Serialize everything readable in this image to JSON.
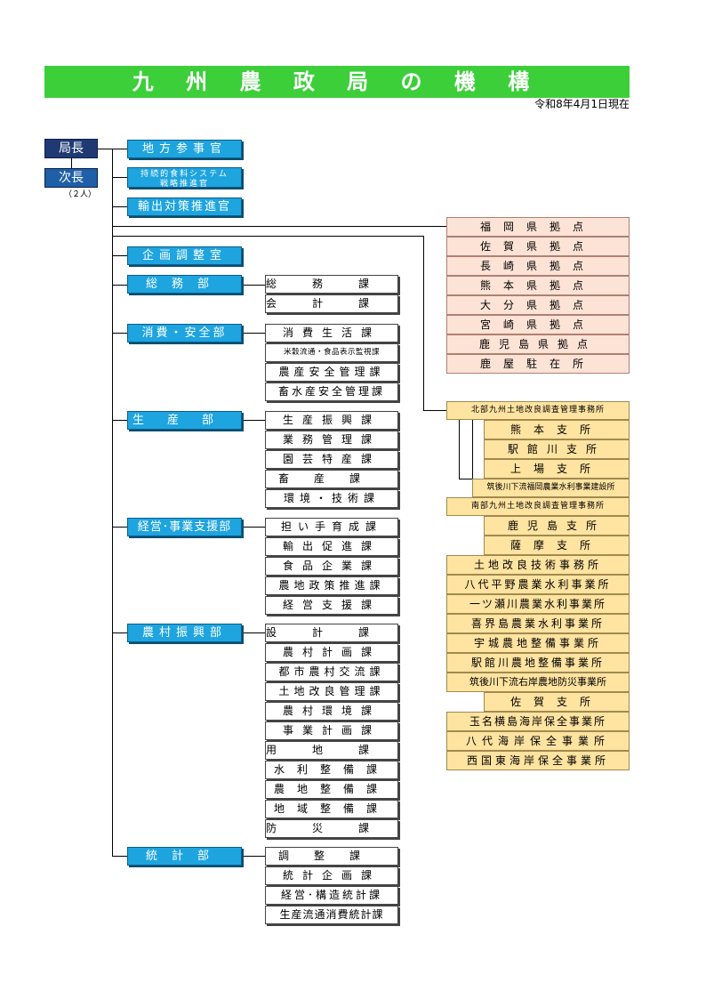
{
  "title": "九 州 農 政 局 の 機 構",
  "date": "令和8年4月1日現在",
  "executives": {
    "director": "局長",
    "deputy": "次長",
    "deputy_note": "（２人）"
  },
  "staff_posts": {
    "regional_counselor": "地方参事官",
    "food_system_line1": "持続的食料システム",
    "food_system_line2": "戦略推進官",
    "export_officer": "輸出対策推進官"
  },
  "departments": [
    {
      "name": "企画調整室",
      "sections": []
    },
    {
      "name": "総務部",
      "sections": [
        "総務課",
        "会計課"
      ]
    },
    {
      "name": "消費・安全部",
      "sections": [
        "消費生活課",
        "米穀流通・食品表示監視課",
        "農産安全管理課",
        "畜水産安全管理課"
      ]
    },
    {
      "name": "生産部",
      "sections": [
        "生産振興課",
        "業務管理課",
        "園芸特産課",
        "畜産課",
        "環境・技術課"
      ]
    },
    {
      "name": "経営･事業支援部",
      "sections": [
        "担い手育成課",
        "輸出促進課",
        "食品企業課",
        "農地政策推進課",
        "経営支援課"
      ]
    },
    {
      "name": "農村振興部",
      "sections": [
        "設計課",
        "農村計画課",
        "都市農村交流課",
        "土地改良管理課",
        "農村環境課",
        "事業計画課",
        "用地課",
        "水利整備課",
        "農地整備課",
        "地域整備課",
        "防災課"
      ]
    },
    {
      "name": "統計部",
      "sections": [
        "調整課",
        "統計企画課",
        "経営･構造統計課",
        "生産流通消費統計課"
      ]
    }
  ],
  "prefecture_offices": [
    "福岡県拠点",
    "佐賀県拠点",
    "長崎県拠点",
    "熊本県拠点",
    "大分県拠点",
    "宮崎県拠点",
    "鹿児島県拠点",
    "鹿屋駐在所"
  ],
  "field_offices": {
    "north_office": "北部九州土地改良調査管理事務所",
    "north_branches": [
      "熊本支所",
      "駅館川支所",
      "上場支所"
    ],
    "north_sub": "筑後川下流福岡農業水利事業建設所",
    "south_office": "南部九州土地改良調査管理事務所",
    "south_branches": [
      "鹿児島支所",
      "薩摩支所"
    ],
    "projects_a": [
      "土地改良技術事務所",
      "八代平野農業水利事業所",
      "一ツ瀬川農業水利事業所",
      "喜界島農業水利事業所",
      "宇城農地整備事業所",
      "駅館川農地整備事業所",
      "筑後川下流右岸農地防災事業所"
    ],
    "saga_branch": "佐賀支所",
    "projects_b": [
      "玉名横島海岸保全事業所",
      "八代海岸保全事業所",
      "西国東海岸保全事業所"
    ]
  }
}
